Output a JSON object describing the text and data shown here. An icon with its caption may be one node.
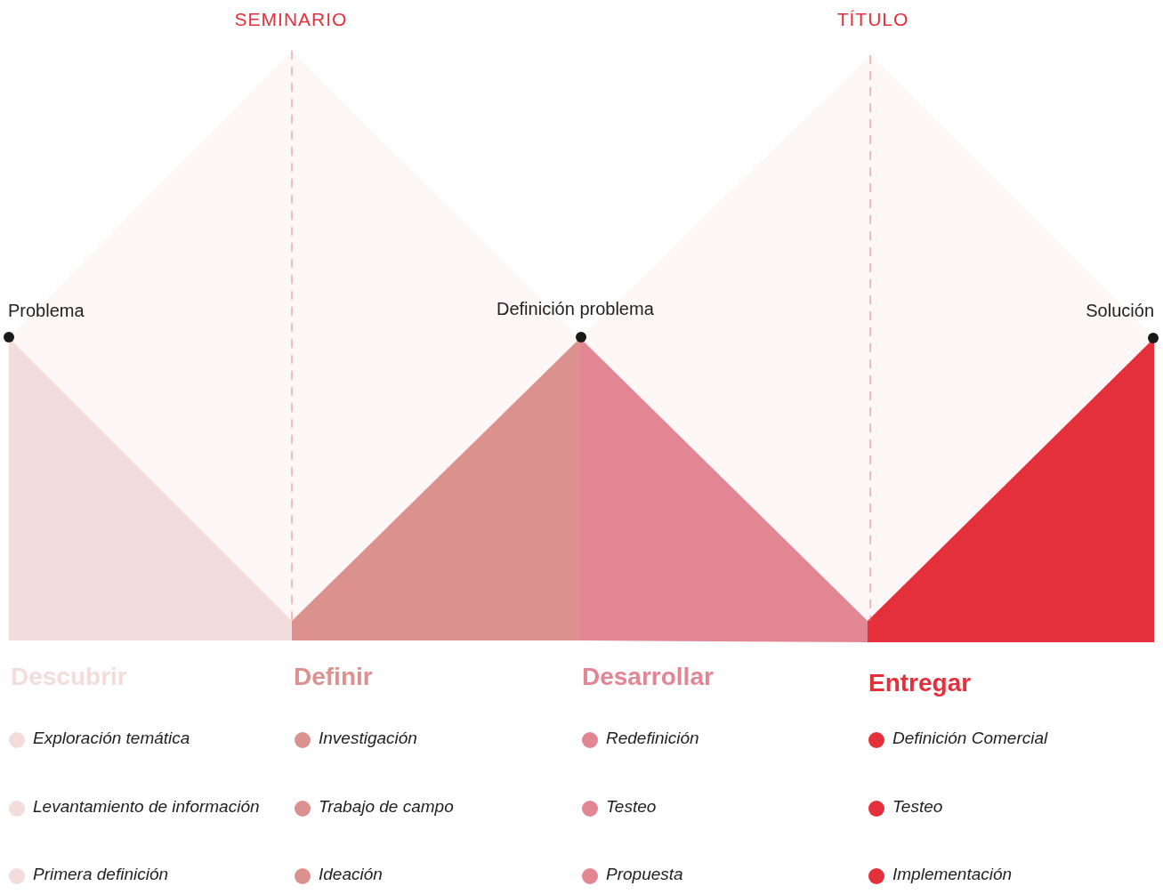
{
  "diagram": {
    "nodes": [
      {
        "text": [
          "Problema"
        ]
      },
      {
        "text": [
          "Definición problema"
        ]
      },
      {
        "text": [
          "Solución"
        ]
      }
    ],
    "labels": [
      "SEMINARIO",
      "TÍTULO",
      "Descubrir",
      "Definir",
      "Desarrollar",
      "Entregar"
    ],
    "legend": [
      {
        "text": "Exploración temática",
        "color": "#f3dcdc"
      },
      {
        "text": "Levantamiento de información",
        "color": "#f3dcdc"
      },
      {
        "text": "Primera definición",
        "color": "#f3dcdc"
      },
      {
        "text": "Investigación",
        "color": "#db918e"
      },
      {
        "text": "Trabajo de campo",
        "color": "#db918e"
      },
      {
        "text": "Ideación",
        "color": "#db918e"
      },
      {
        "text": "Redefinición",
        "color": "#e28694"
      },
      {
        "text": "Testeo",
        "color": "#e28694"
      },
      {
        "text": "Propuesta",
        "color": "#e28694"
      },
      {
        "text": "Definición Comercial",
        "color": "#e3303a"
      },
      {
        "text": "Testeo",
        "color": "#e3303a"
      },
      {
        "text": "Implementación",
        "color": "#e3303a"
      }
    ]
  }
}
